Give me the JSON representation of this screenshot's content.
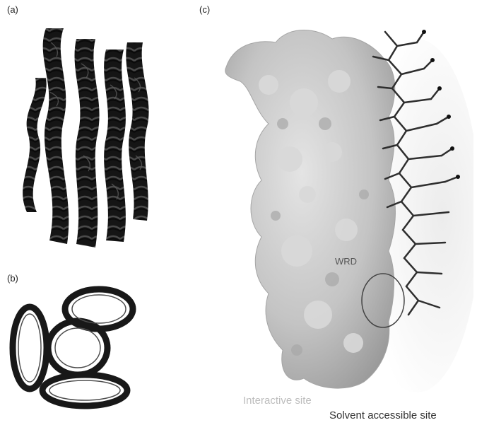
{
  "figure": {
    "panel_a": {
      "label": "(a)",
      "view": "side-view",
      "color": "#1a1a1a"
    },
    "panel_b": {
      "label": "(b)",
      "view": "top-view",
      "color": "#1a1a1a"
    },
    "panel_c": {
      "label": "(c)",
      "surface_color": "#c4c4c4",
      "stick_color": "#2e2e2e",
      "region_label": "WRD",
      "interactive_site": "Interactive site",
      "interactive_color": "#bdbdbd",
      "solvent_site": "Solvent accessible site",
      "solvent_color": "#333333"
    }
  }
}
